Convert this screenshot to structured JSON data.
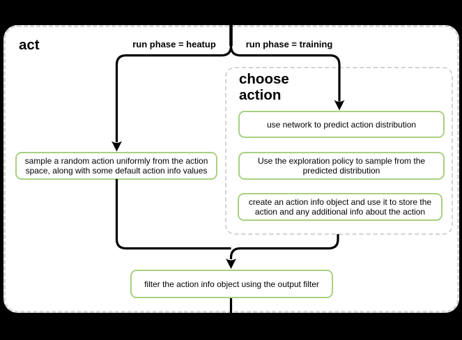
{
  "diagram": {
    "title": "act",
    "edges": {
      "heatup_label": "run phase = heatup",
      "training_label": "run phase = training"
    },
    "group": {
      "title": "choose action"
    },
    "nodes": {
      "sample_random": "sample a random action uniformly from the action space, along with some default action info values",
      "use_network": "use network to predict action distribution",
      "exploration_policy": "Use the exploration policy to sample from the predicted distribution",
      "create_action_info": "create an action info object and use it to store the action and any additional info about the action",
      "filter_output": "filter the action info object using the output filter"
    },
    "colors": {
      "node_border": "#a8d082",
      "node_fill": "#ffffff",
      "connector": "#000000",
      "container_border": "#d8d8d8",
      "group_border": "#d3d3d3",
      "surface": "#ffffff",
      "background": "#000000",
      "text": "#000000"
    }
  }
}
